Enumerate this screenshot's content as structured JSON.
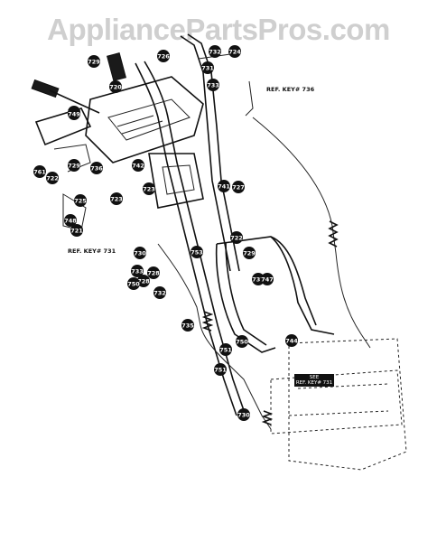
{
  "watermark": "AppliancePartsPros.com",
  "references": [
    "REF. KEY# 736",
    "REF. KEY# 731"
  ],
  "box_label": [
    "SEE",
    "REF. KEY# 731"
  ],
  "callouts": [
    "729",
    "726",
    "732",
    "724",
    "731",
    "733",
    "720",
    "721",
    "749",
    "761",
    "722",
    "729",
    "742",
    "736",
    "723",
    "741",
    "723",
    "727",
    "725",
    "748",
    "721",
    "753",
    "730",
    "733",
    "728",
    "750",
    "728",
    "732",
    "722",
    "729",
    "737",
    "747",
    "735",
    "750",
    "751",
    "751",
    "744",
    "730"
  ]
}
